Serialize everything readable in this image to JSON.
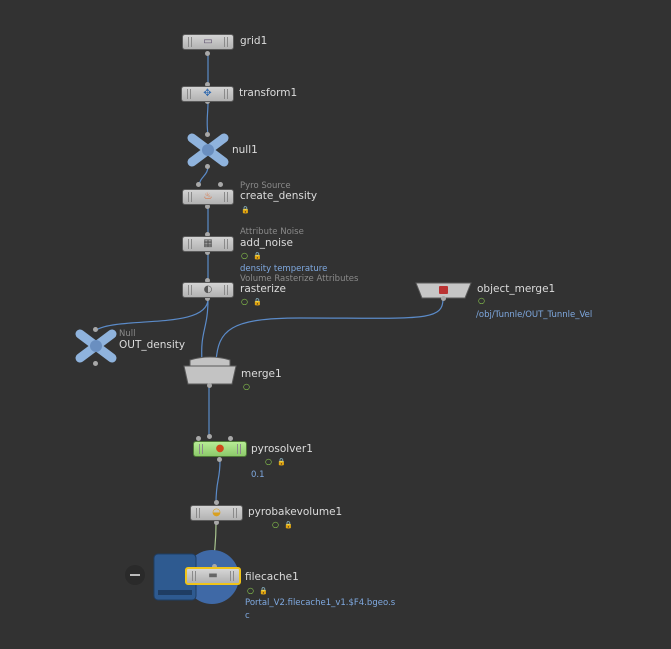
{
  "nodes": {
    "grid1": {
      "name": "grid1"
    },
    "transform1": {
      "name": "transform1"
    },
    "null1": {
      "name": "null1"
    },
    "create_density": {
      "type": "Pyro Source",
      "name": "create_density"
    },
    "add_noise": {
      "type": "Attribute Noise",
      "name": "add_noise",
      "info": "density temperature"
    },
    "rasterize": {
      "type": "Volume Rasterize Attributes",
      "name": "rasterize"
    },
    "object_merge1": {
      "name": "object_merge1",
      "info": "/obj/Tunnle/OUT_Tunnle_Vel"
    },
    "out_density": {
      "type": "Null",
      "name": "OUT_density"
    },
    "merge1": {
      "name": "merge1"
    },
    "pyrosolver1": {
      "name": "pyrosolver1",
      "info": "0.1"
    },
    "pyrobakevolume1": {
      "name": "pyrobakevolume1"
    },
    "filecache1": {
      "name": "filecache1",
      "info_line1": "Portal_V2.filecache1_v1.$F4.bgeo.s",
      "info_line2": "c"
    }
  },
  "icons": {
    "grid": "grid-icon",
    "transform": "transform-icon",
    "null": "null-icon",
    "pyro_source": "flame-icon",
    "noise": "noise-icon",
    "rasterize": "rasterize-icon",
    "object_merge": "object-merge-icon",
    "merge": "merge-icon",
    "solver": "pyrosolver-icon",
    "bake": "bake-icon",
    "cache": "filecache-icon",
    "lock": "lock-icon",
    "display_flag": "display-flag-icon"
  },
  "colors": {
    "background": "#323232",
    "wire": "#5b8bc9",
    "wire_highlight": "#a7c48e",
    "solver_node": "#9fd87c",
    "cache_outline": "#f0c419",
    "label": "#dcdcdc",
    "info": "#7fa9e0",
    "flag": "#8fd14f"
  }
}
